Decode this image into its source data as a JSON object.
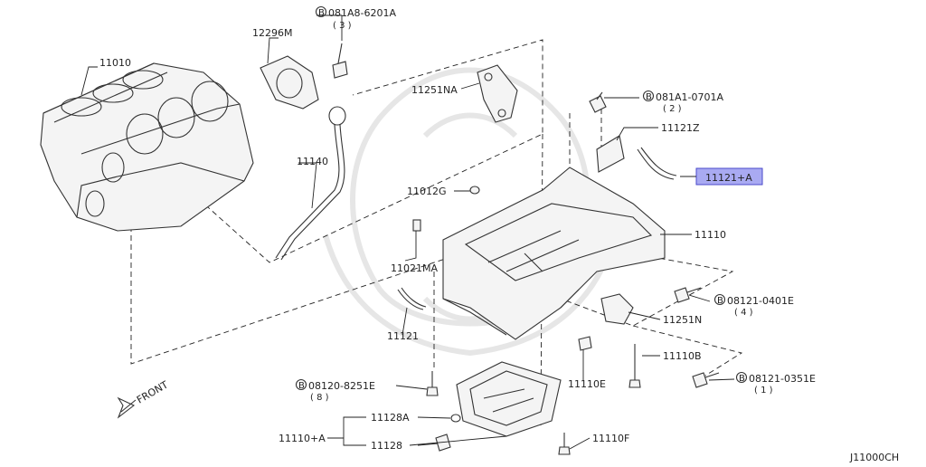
{
  "diagram_code": "J11000CH",
  "front_label": "FRONT",
  "highlight_color": "#a9aaf2",
  "callouts": [
    {
      "key": "c11010",
      "code": "11010"
    },
    {
      "key": "c12296M",
      "code": "12296M"
    },
    {
      "key": "cBolt1",
      "code": "081A8-6201A",
      "qty": "( 3 )",
      "prefix": "B"
    },
    {
      "key": "c11140",
      "code": "11140"
    },
    {
      "key": "c11251NA",
      "code": "11251NA"
    },
    {
      "key": "cBolt2",
      "code": "081A1-0701A",
      "qty": "( 2 )",
      "prefix": "B"
    },
    {
      "key": "c11121Z",
      "code": "11121Z"
    },
    {
      "key": "c11121A",
      "code": "11121+A",
      "highlighted": true
    },
    {
      "key": "c11012G",
      "code": "11012G"
    },
    {
      "key": "c11110",
      "code": "11110"
    },
    {
      "key": "c11021MA",
      "code": "11021MA"
    },
    {
      "key": "cBolt3",
      "code": "08121-0401E",
      "qty": "( 4 )",
      "prefix": "B"
    },
    {
      "key": "c11251N",
      "code": "11251N"
    },
    {
      "key": "c11121",
      "code": "11121"
    },
    {
      "key": "c11110B",
      "code": "11110B"
    },
    {
      "key": "cBolt4",
      "code": "08120-8251E",
      "qty": "( 8 )",
      "prefix": "B"
    },
    {
      "key": "c11110E",
      "code": "11110E"
    },
    {
      "key": "cBolt5",
      "code": "08121-0351E",
      "qty": "( 1 )",
      "prefix": "B"
    },
    {
      "key": "c11128A",
      "code": "11128A"
    },
    {
      "key": "c11110A",
      "code": "11110+A"
    },
    {
      "key": "c11128",
      "code": "11128"
    },
    {
      "key": "c11110F",
      "code": "11110F"
    }
  ]
}
